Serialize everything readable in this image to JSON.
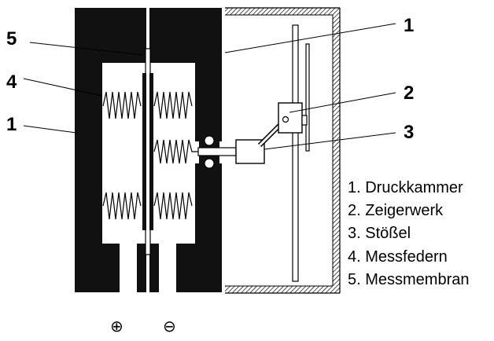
{
  "callouts": {
    "c1_top": "1",
    "c5": "5",
    "c4": "4",
    "c1_left": "1",
    "c2": "2",
    "c3": "3"
  },
  "legend": [
    "1. Druckkammer",
    "2. Zeigerwerk",
    "3. Stößel",
    "4. Messfedern",
    "5. Messmembran"
  ],
  "polarity": {
    "plus": "⊕",
    "minus": "⊖"
  },
  "colors": {
    "body": "#111111",
    "cavity": "#ffffff",
    "line": "#000000"
  }
}
